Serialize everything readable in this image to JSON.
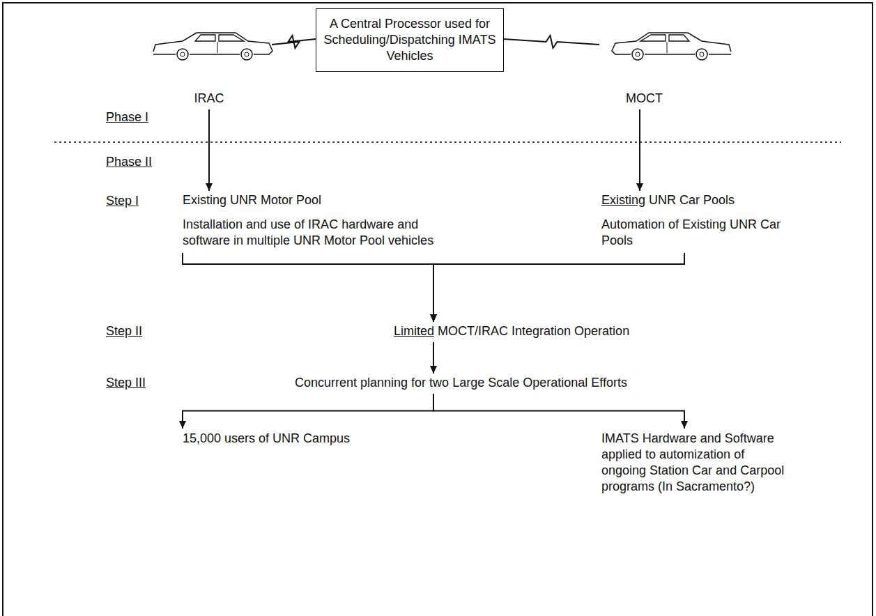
{
  "diagram": {
    "nodes": [
      {
        "text": [
          "A Central Processor used for Scheduling/Dispatching IMATS Vehicles"
        ]
      },
      {
        "text": [
          "IRAC"
        ]
      },
      {
        "text": [
          "MOCT"
        ]
      },
      {
        "text": [
          "Existing UNR Motor Pool",
          "Installation and use of IRAC hardware and software in multiple UNR Motor Pool vehicles"
        ]
      },
      {
        "text": [
          "Existing UNR Car Pools",
          "Automation of Existing UNR Car Pools"
        ]
      },
      {
        "text": [
          "Limited MOCT/IRAC Integration Operation"
        ]
      },
      {
        "text": [
          "Concurrent planning for two Large Scale Operational Efforts"
        ]
      },
      {
        "text": [
          "15,000 users of UNR Campus"
        ]
      },
      {
        "text": [
          "IMATS Hardware and Software applied to automization of ongoing Station Car and Carpool programs (In Sacramento?)"
        ]
      }
    ],
    "edges": [
      {
        "from": 0,
        "to": 1,
        "arrow": "none"
      },
      {
        "from": 0,
        "to": 2,
        "arrow": "none"
      },
      {
        "from": 1,
        "to": 3,
        "arrow": "to"
      },
      {
        "from": 2,
        "to": 4,
        "arrow": "to"
      },
      {
        "from": 3,
        "to": 5,
        "arrow": "to"
      },
      {
        "from": 4,
        "to": 5,
        "arrow": "to"
      },
      {
        "from": 5,
        "to": 6,
        "arrow": "to"
      },
      {
        "from": 6,
        "to": 7,
        "arrow": "to"
      },
      {
        "from": 6,
        "to": 8,
        "arrow": "to"
      }
    ],
    "labels": [
      "Phase I",
      "Phase II",
      "Step I",
      "Step II",
      "Step III"
    ]
  }
}
